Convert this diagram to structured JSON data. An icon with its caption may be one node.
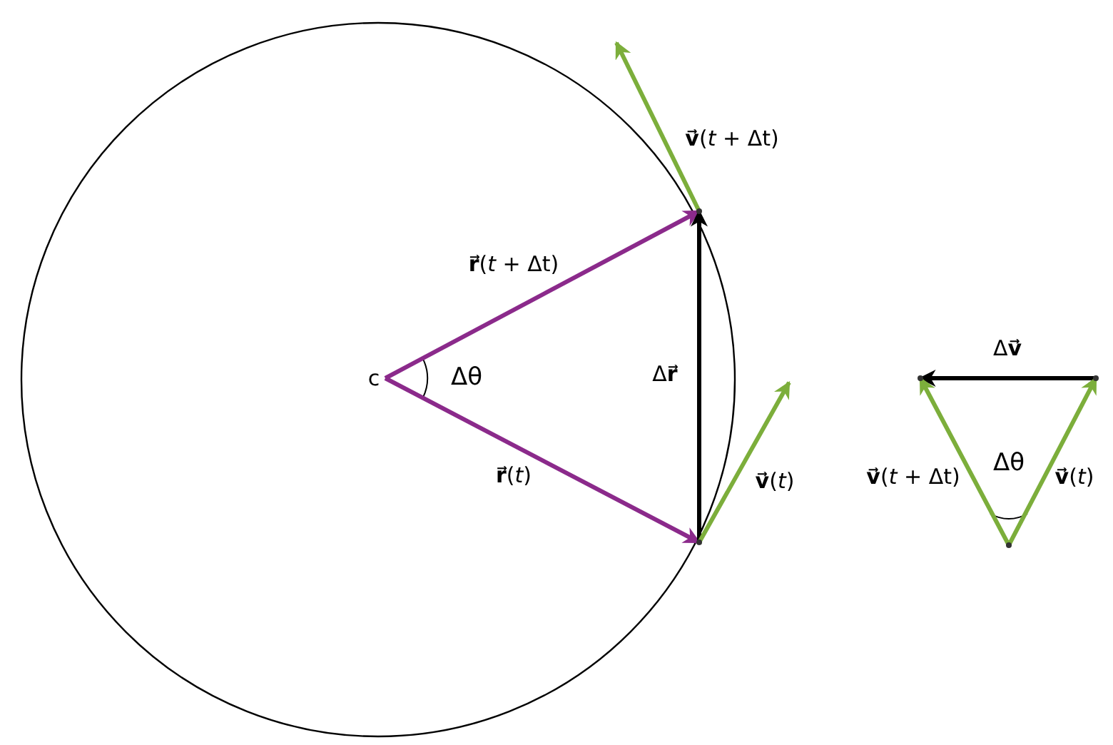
{
  "diagram": {
    "nodes": [
      {
        "text": [
          "c"
        ]
      },
      {
        "text": [],
        "shape": "point"
      },
      {
        "text": [],
        "shape": "point"
      },
      {
        "text": [],
        "shape": "point"
      },
      {
        "text": [],
        "shape": "point"
      },
      {
        "text": [],
        "shape": "point"
      }
    ],
    "edges": [
      {
        "from": 0,
        "to": 1,
        "arrow": "to",
        "label": "**r⃗**(*t* + Δt)",
        "color": "#8b2a8b"
      },
      {
        "from": 0,
        "to": 2,
        "arrow": "to",
        "label": "**r⃗**(*t*)",
        "color": "#8b2a8b"
      },
      {
        "from": 2,
        "to": 1,
        "arrow": "to",
        "label": "Δ**r⃗**",
        "color": "#000000"
      },
      {
        "from": 2,
        "to": null,
        "arrow": "to",
        "label": "**v⃗**(*t*)"
      },
      {
        "from": 1,
        "to": null,
        "arrow": "to",
        "label": "**v⃗**(*t* + Δt)"
      },
      {
        "from": 3,
        "to": 4,
        "arrow": "to",
        "label": "Δ**v⃗**",
        "color": "#000000"
      },
      {
        "from": 5,
        "to": 3,
        "arrow": "to",
        "label": "**v⃗**(*t*)"
      },
      {
        "from": 5,
        "to": 4,
        "arrow": "to",
        "label": "**v⃗**(*t* + Δt)"
      }
    ],
    "labels": [
      "Δθ",
      "Δθ"
    ]
  }
}
